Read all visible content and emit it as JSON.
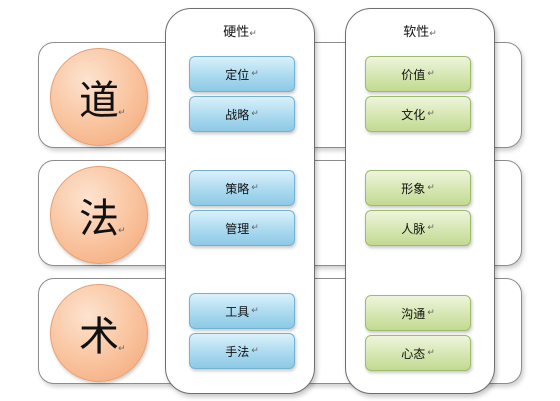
{
  "columns": {
    "hard": {
      "header": "硬性"
    },
    "soft": {
      "header": "软性"
    }
  },
  "rows": [
    {
      "label": "道",
      "hard": [
        "定位",
        "战略"
      ],
      "soft": [
        "价值",
        "文化"
      ]
    },
    {
      "label": "法",
      "hard": [
        "策略",
        "管理"
      ],
      "soft": [
        "形象",
        "人脉"
      ]
    },
    {
      "label": "术",
      "hard": [
        "工具",
        "手法"
      ],
      "soft": [
        "沟通",
        "心态"
      ]
    }
  ],
  "paragraph_mark": "↵"
}
